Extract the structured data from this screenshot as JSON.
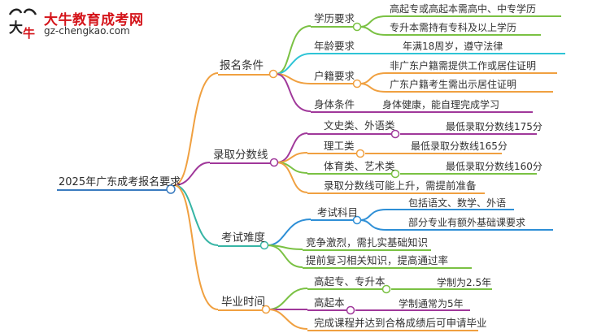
{
  "logo": {
    "title": "大牛教育成考网",
    "url": "gz-chengkao.com",
    "mark_glyph": "大牛"
  },
  "colors": {
    "root": "#3a7bbf",
    "baoming": "#f0a040",
    "luqu": "#a0389a",
    "nandu": "#37b5a5",
    "biye": "#f0a040",
    "xueli": "#7ac143",
    "nianling": "#2ec4d6",
    "huji": "#f0a040",
    "shenti": "#a0389a",
    "wenshi": "#a0389a",
    "ligong": "#f0a040",
    "tiyu": "#7ac143",
    "kemu": "#2e8fd6",
    "gaoqi_zsb": "#7ac143",
    "gaoqiben": "#a0389a"
  },
  "mindmap": {
    "root": "2025年广东成考报名要求",
    "branches": [
      {
        "label": "报名条件",
        "children": [
          {
            "label": "学历要求",
            "children": [
              "高起专或高起本需高中、中专学历",
              "专升本需持有专科及以上学历"
            ]
          },
          {
            "label": "年龄要求",
            "children": [
              "年满18周岁，遵守法律"
            ]
          },
          {
            "label": "户籍要求",
            "children": [
              "非广东户籍需提供工作或居住证明",
              "广东户籍考生需出示居住证明"
            ]
          },
          {
            "label": "身体条件",
            "children": [
              "身体健康，能自理完成学习"
            ]
          }
        ]
      },
      {
        "label": "录取分数线",
        "children": [
          {
            "label": "文史类、外语类",
            "children": [
              "最低录取分数线175分"
            ]
          },
          {
            "label": "理工类",
            "children": [
              "最低录取分数线165分"
            ]
          },
          {
            "label": "体育类、艺术类",
            "children": [
              "最低录取分数线160分"
            ]
          },
          {
            "label": "录取分数线可能上升，需提前准备",
            "children": []
          }
        ]
      },
      {
        "label": "考试难度",
        "children": [
          {
            "label": "考试科目",
            "children": [
              "包括语文、数学、外语",
              "部分专业有额外基础课要求"
            ]
          },
          {
            "label": "竞争激烈，需扎实基础知识",
            "children": []
          },
          {
            "label": "提前复习相关知识，提高通过率",
            "children": []
          }
        ]
      },
      {
        "label": "毕业时间",
        "children": [
          {
            "label": "高起专、专升本",
            "children": [
              "学制为2.5年"
            ]
          },
          {
            "label": "高起本",
            "children": [
              "学制通常为5年"
            ]
          },
          {
            "label": "完成课程并达到合格成绩后可申请毕业",
            "children": []
          }
        ]
      }
    ]
  }
}
